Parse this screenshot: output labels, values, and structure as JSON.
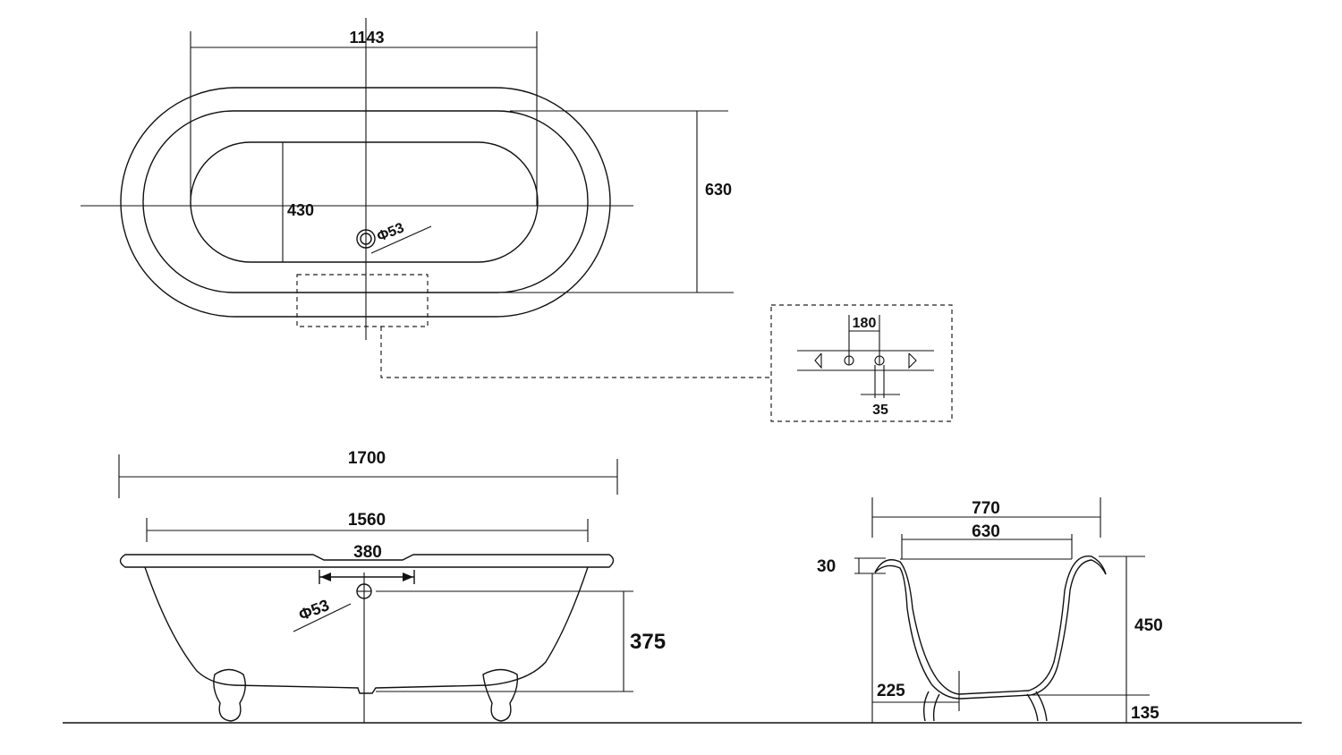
{
  "top_view": {
    "dim_inner_length": "1143",
    "dim_width": "630",
    "dim_depth_inner": "430",
    "dim_drain": "Φ53"
  },
  "detail": {
    "dim_hole_spacing": "180",
    "dim_hole_dia": "35"
  },
  "side_view": {
    "dim_overall_length": "1700",
    "dim_rim_length": "1560",
    "dim_drain_offset": "380",
    "dim_drain": "Φ53",
    "dim_drain_height": "375"
  },
  "end_view": {
    "dim_overall_width": "770",
    "dim_inner_width": "630",
    "dim_rim_thickness": "30",
    "dim_overall_height": "450",
    "dim_inner_depth": "225",
    "dim_leg_height": "135"
  }
}
